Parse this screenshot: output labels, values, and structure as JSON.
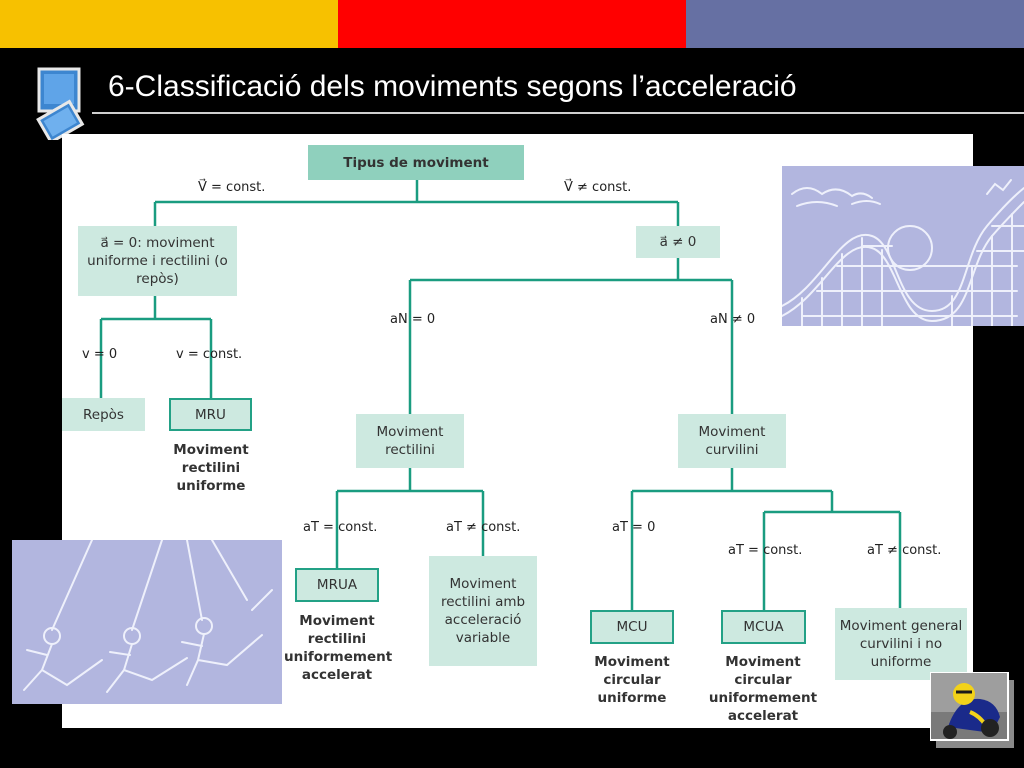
{
  "slide": {
    "title": "6-Classificació dels moviments segons l’acceleració"
  },
  "colors": {
    "band_yellow": "#f7c100",
    "band_red": "#ff0000",
    "band_purple": "#6670a3",
    "box_fill": "#cde9e0",
    "root_fill": "#8fd0bd",
    "connector": "#1a9c80"
  },
  "diagram": {
    "root": "Tipus de moviment",
    "edge_v_const": "V⃗ = const.",
    "edge_v_not_const": "V⃗ ≠ const.",
    "box_a_zero": "a⃗ = 0: moviment uniforme i rectilini (o repòs)",
    "box_a_not_zero": "a⃗ ≠ 0",
    "edge_v_zero": "v = 0",
    "edge_v_const_lower": "v = const.",
    "box_repos": "Repòs",
    "box_mru": "MRU",
    "caption_mru": "Moviment rectilini uniforme",
    "edge_an_zero": "aN = 0",
    "edge_an_not_zero": "aN ≠ 0",
    "box_rectilini": "Moviment rectilini",
    "box_curvili": "Moviment curvilini",
    "edge_at_const_left": "aT = const.",
    "edge_at_not_const_left": "aT ≠ const.",
    "box_mrua": "MRUA",
    "caption_mrua": "Moviment rectilini uniformement accelerat",
    "box_rect_variable": "Moviment rectilini amb acceleració variable",
    "edge_at_zero": "aT = 0",
    "edge_at_const_right": "aT = const.",
    "edge_at_not_const_right": "aT ≠ const.",
    "box_mcu": "MCU",
    "caption_mcu": "Moviment circular uniforme",
    "box_mcua": "MCUA",
    "caption_mcua": "Moviment circular uniformement accelerat",
    "box_general": "Moviment general curvilini i no uniforme"
  },
  "images": {
    "top_right": "roller-coaster-sketch",
    "bottom_left": "pendulum-figures-sketch",
    "bottom_right": "motorcycle-racer-photo"
  }
}
